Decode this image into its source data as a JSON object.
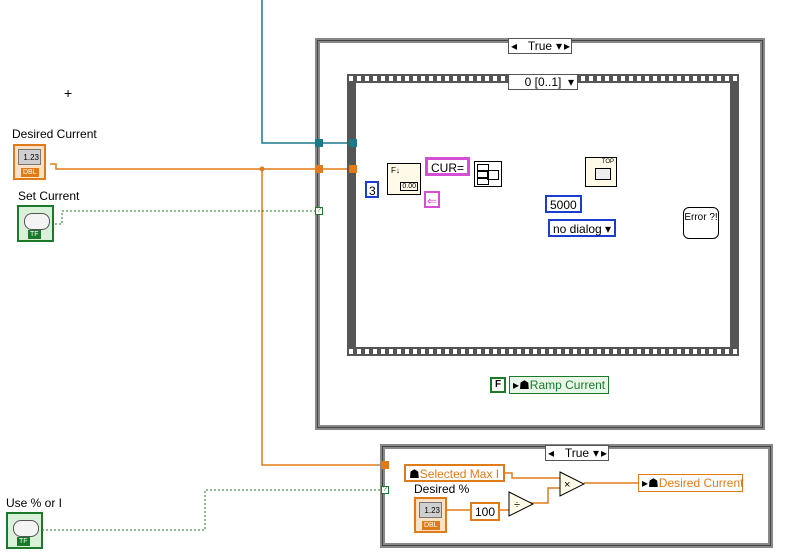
{
  "outer_case": {
    "selector": "True"
  },
  "sequence": {
    "selector": "0 [0..1]"
  },
  "lower_case": {
    "selector": "True"
  },
  "controls": {
    "desired_current": {
      "label": "Desired Current",
      "value": "1.23",
      "type": "DBL"
    },
    "set_current": {
      "label": "Set Current",
      "type": "TF"
    },
    "use_percent": {
      "label": "Use % or I",
      "type": "TF"
    },
    "desired_percent": {
      "label": "Desired %",
      "value": "1.23",
      "type": "DBL"
    }
  },
  "constants": {
    "digits": "3",
    "cmd_string": "CUR=",
    "timeout": "5000",
    "dialog": "no dialog",
    "false_const": "F",
    "hundred": "100"
  },
  "locals": {
    "ramp_current": "Ramp Current",
    "selected_max": "Selected Max I",
    "desired_current_out": "Desired Current"
  },
  "nodes": {
    "divide": "÷",
    "multiply": "×",
    "error_handler": "Error ?!",
    "visa_write": "TOP"
  },
  "colors": {
    "dbl_wire": "#e07b1a",
    "bool_wire": "#1a7a2a",
    "string_wire": "#d44fd4",
    "ref_wire": "#1b7a8a",
    "error_wire": "#c9c100",
    "int_wire": "#1a3ccf"
  }
}
